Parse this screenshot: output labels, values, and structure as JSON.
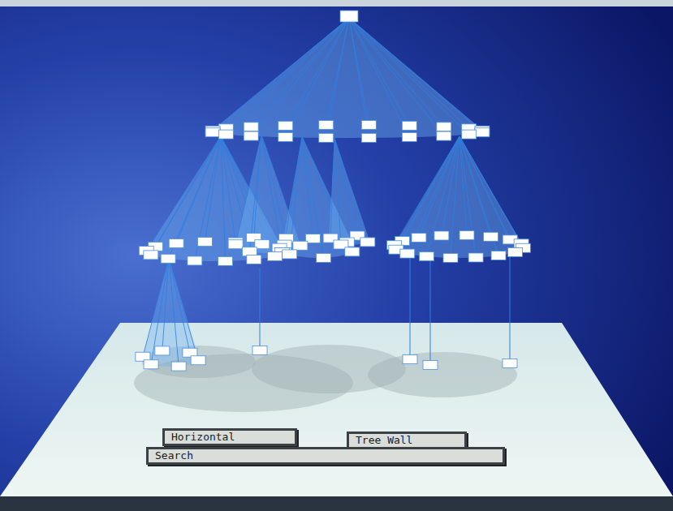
{
  "diagram": {
    "nodes": [
      {
        "text": [
          "Horizontal"
        ]
      },
      {
        "text": [
          "Tree Wall"
        ]
      },
      {
        "text": [
          "Search"
        ]
      }
    ]
  }
}
